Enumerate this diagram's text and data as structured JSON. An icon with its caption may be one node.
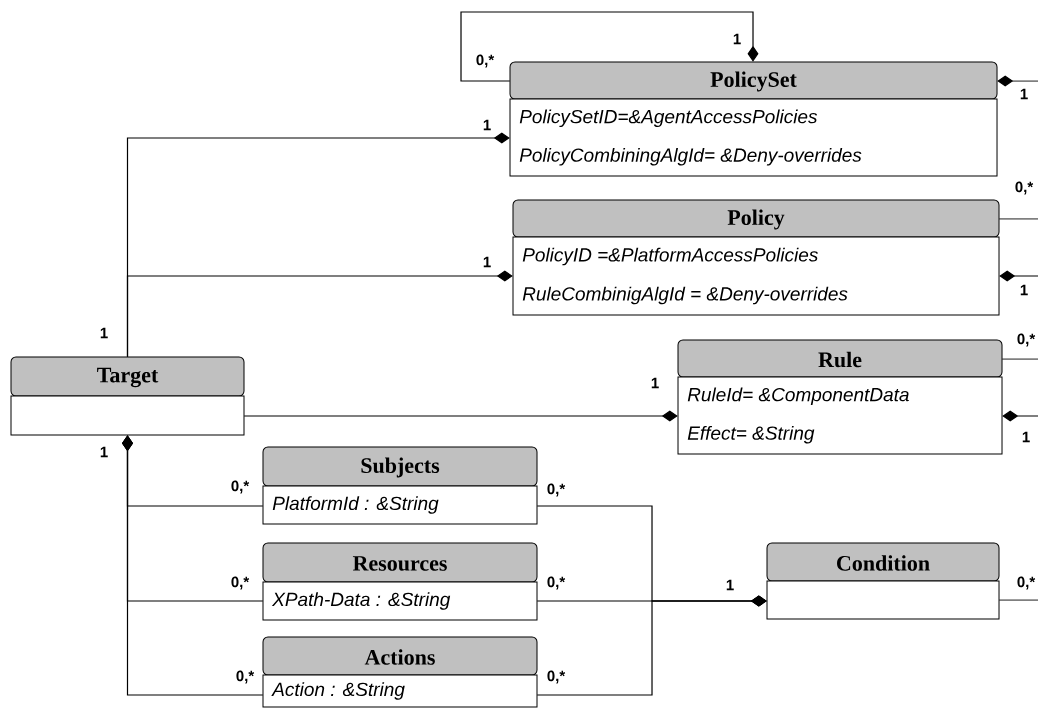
{
  "diagram": {
    "nodes": [
      {
        "text": [
          "PolicySet",
          "PolicySetID=&AgentAccessPolicies",
          "PolicyCombiningAlgId= &Deny-overrides"
        ]
      },
      {
        "text": [
          "Policy",
          "PolicyID =&PlatformAccessPolicies",
          "RuleCombinigAlgId = &Deny-overrides"
        ]
      },
      {
        "text": [
          "Rule",
          "RuleId= &ComponentData",
          "Effect= &String"
        ]
      },
      {
        "text": [
          "Target"
        ]
      },
      {
        "text": [
          "Subjects",
          "PlatformId : &String"
        ]
      },
      {
        "text": [
          "Resources",
          "XPath-Data : &String"
        ]
      },
      {
        "text": [
          "Actions",
          "Action : &String"
        ]
      },
      {
        "text": [
          "Condition"
        ]
      }
    ],
    "edges": [
      {
        "from": 0,
        "to": 0,
        "arrow": "other"
      },
      {
        "from": null,
        "to": 0,
        "arrow": "other"
      },
      {
        "from": 1,
        "to": null,
        "arrow": "none"
      },
      {
        "from": null,
        "to": 1,
        "arrow": "other"
      },
      {
        "from": 2,
        "to": null,
        "arrow": "none"
      },
      {
        "from": null,
        "to": 2,
        "arrow": "other"
      },
      {
        "from": 7,
        "to": null,
        "arrow": "none"
      },
      {
        "from": 3,
        "to": 0,
        "arrow": "other"
      },
      {
        "from": 3,
        "to": 1,
        "arrow": "other"
      },
      {
        "from": 3,
        "to": 2,
        "arrow": "other"
      },
      {
        "from": 4,
        "to": 3,
        "arrow": "other"
      },
      {
        "from": 5,
        "to": 3,
        "arrow": "other"
      },
      {
        "from": 6,
        "to": 3,
        "arrow": "other"
      },
      {
        "from": 4,
        "to": 7,
        "arrow": "other"
      },
      {
        "from": 5,
        "to": 7,
        "arrow": "other"
      },
      {
        "from": 6,
        "to": 7,
        "arrow": "other"
      }
    ],
    "labels": [
      "1",
      "0,*",
      "1",
      "1",
      "0,*",
      "1",
      "1",
      "1",
      "0,*",
      "1",
      "1",
      "1",
      "0,*",
      "0,*",
      "0,*",
      "0,*",
      "1",
      "0,*",
      "0,*",
      "0,*"
    ]
  }
}
